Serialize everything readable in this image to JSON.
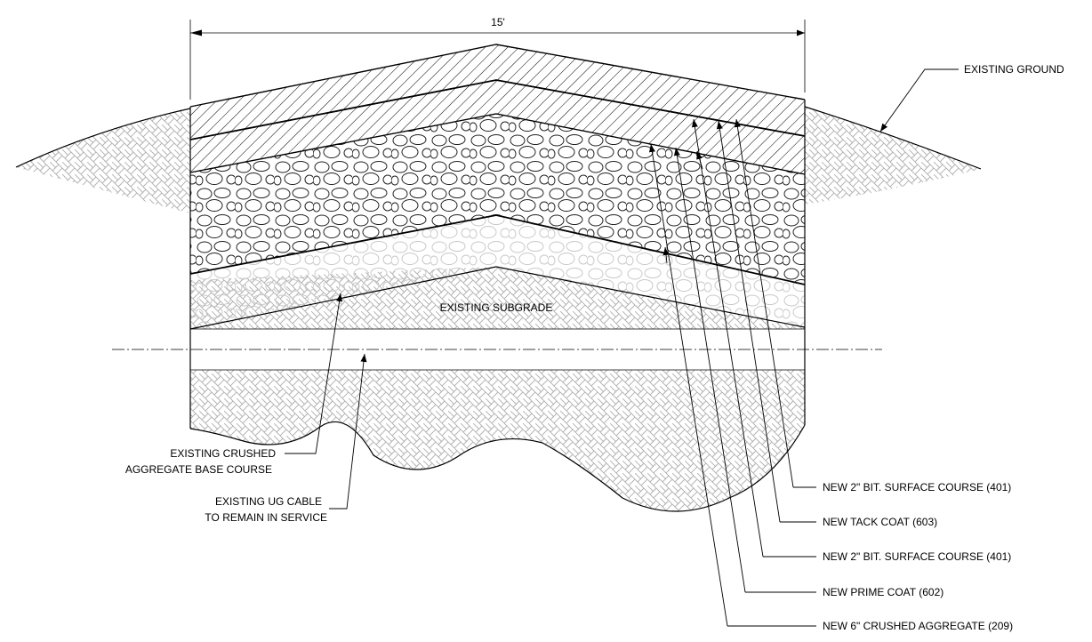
{
  "dimension": {
    "width_label": "15'"
  },
  "labels": {
    "existing_ground": "EXISTING GROUND",
    "existing_subgrade": "EXISTING SUBGRADE",
    "existing_crushed_line1": "EXISTING CRUSHED",
    "existing_crushed_line2": "AGGREGATE BASE COURSE",
    "existing_cable_line1": "EXISTING UG CABLE",
    "existing_cable_line2": "TO REMAIN IN SERVICE",
    "surface_course_top": "NEW 2\" BIT. SURFACE COURSE (401)",
    "tack_coat": "NEW TACK COAT (603)",
    "surface_course_bottom": "NEW 2\" BIT. SURFACE COURSE (401)",
    "prime_coat": "NEW PRIME COAT (602)",
    "crushed_aggregate": "NEW 6\" CRUSHED AGGREGATE (209)"
  },
  "colors": {
    "line": "#000000",
    "hatch_light": "#b0b0b0",
    "stone": "#222222"
  }
}
